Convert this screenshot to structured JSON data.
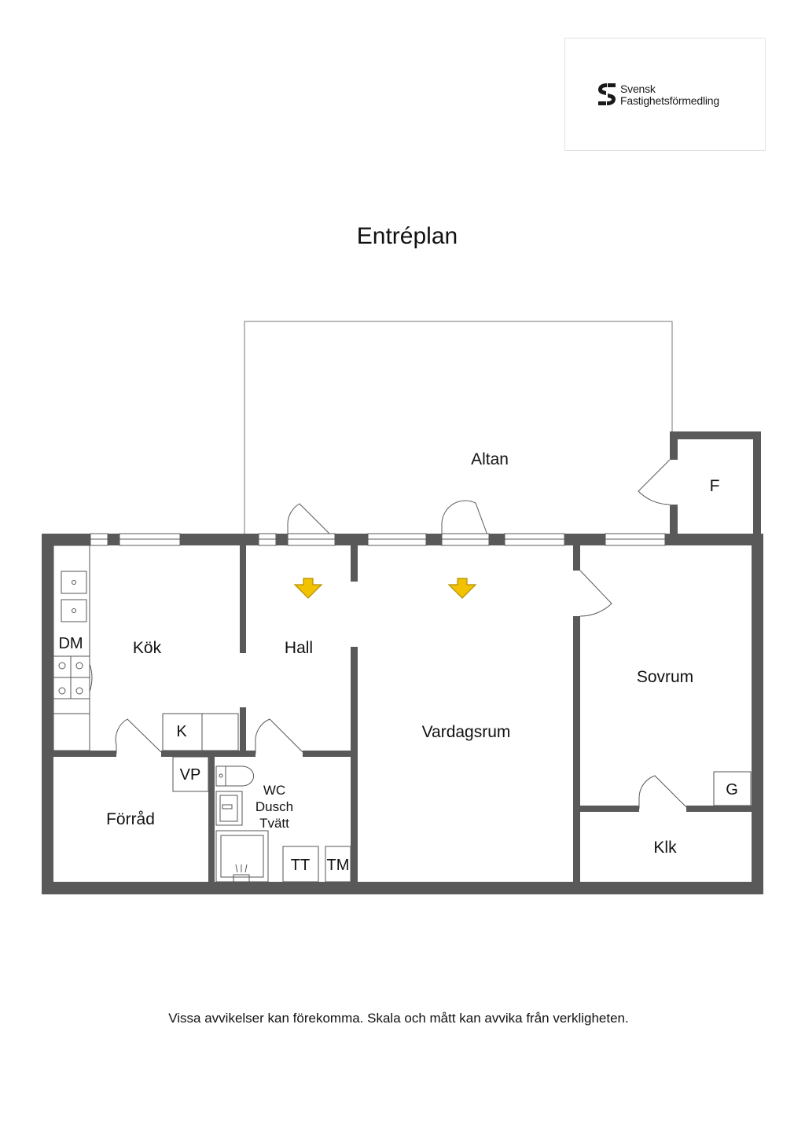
{
  "logo": {
    "line1": "Svensk",
    "line2": "Fastighetsförmedling",
    "icon": "sf-logo-icon"
  },
  "title": "Entréplan",
  "rooms": {
    "altan": "Altan",
    "f": "F",
    "kok": "Kök",
    "hall": "Hall",
    "vardagsrum": "Vardagsrum",
    "sovrum": "Sovrum",
    "forrad": "Förråd",
    "wc1": "WC",
    "wc2": "Dusch",
    "wc3": "Tvätt",
    "klk": "Klk"
  },
  "fixtures": {
    "dm": "DM",
    "k": "K",
    "vp": "VP",
    "g": "G",
    "tt": "TT",
    "tm": "TM"
  },
  "colors": {
    "wall": "#595959",
    "arrow": "#f2c200",
    "arrow_stroke": "#b38f00"
  },
  "disclaimer": "Vissa avvikelser kan förekomma. Skala och mått kan avvika från verkligheten."
}
